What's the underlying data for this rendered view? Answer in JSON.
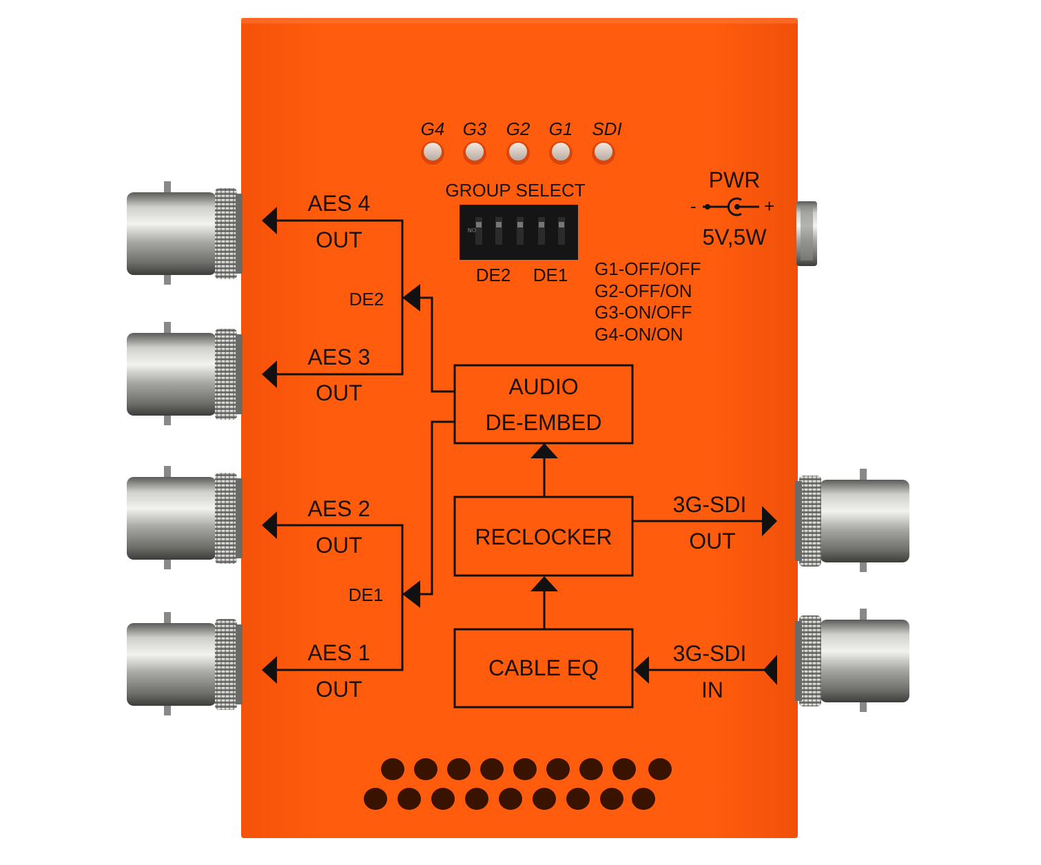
{
  "leds": {
    "labels": [
      "G4",
      "G3",
      "G2",
      "G1",
      "SDI"
    ]
  },
  "dip": {
    "title": "GROUP SELECT",
    "switch_labels": [
      "DE2",
      "DE1"
    ],
    "settings": [
      "G1-OFF/OFF",
      "G2-OFF/ON",
      "G3-ON/OFF",
      "G4-ON/ON"
    ]
  },
  "power": {
    "title": "PWR",
    "minus": "-",
    "plus": "+",
    "rating": "5V,5W"
  },
  "outputs": {
    "aes4": {
      "line1": "AES 4",
      "line2": "OUT"
    },
    "aes3": {
      "line1": "AES 3",
      "line2": "OUT"
    },
    "aes2": {
      "line1": "AES 2",
      "line2": "OUT"
    },
    "aes1": {
      "line1": "AES 1",
      "line2": "OUT"
    },
    "de2_label": "DE2",
    "de1_label": "DE1"
  },
  "blocks": {
    "deembed": {
      "line1": "AUDIO",
      "line2": "DE-EMBED"
    },
    "reclocker": "RECLOCKER",
    "cable_eq": "CABLE EQ"
  },
  "sdi": {
    "out": {
      "line1": "3G-SDI",
      "line2": "OUT"
    },
    "in": {
      "line1": "3G-SDI",
      "line2": "IN"
    }
  },
  "colors": {
    "housing": "#ff5a0a",
    "ink": "#1a1005",
    "metal": "#b4b4b0"
  }
}
